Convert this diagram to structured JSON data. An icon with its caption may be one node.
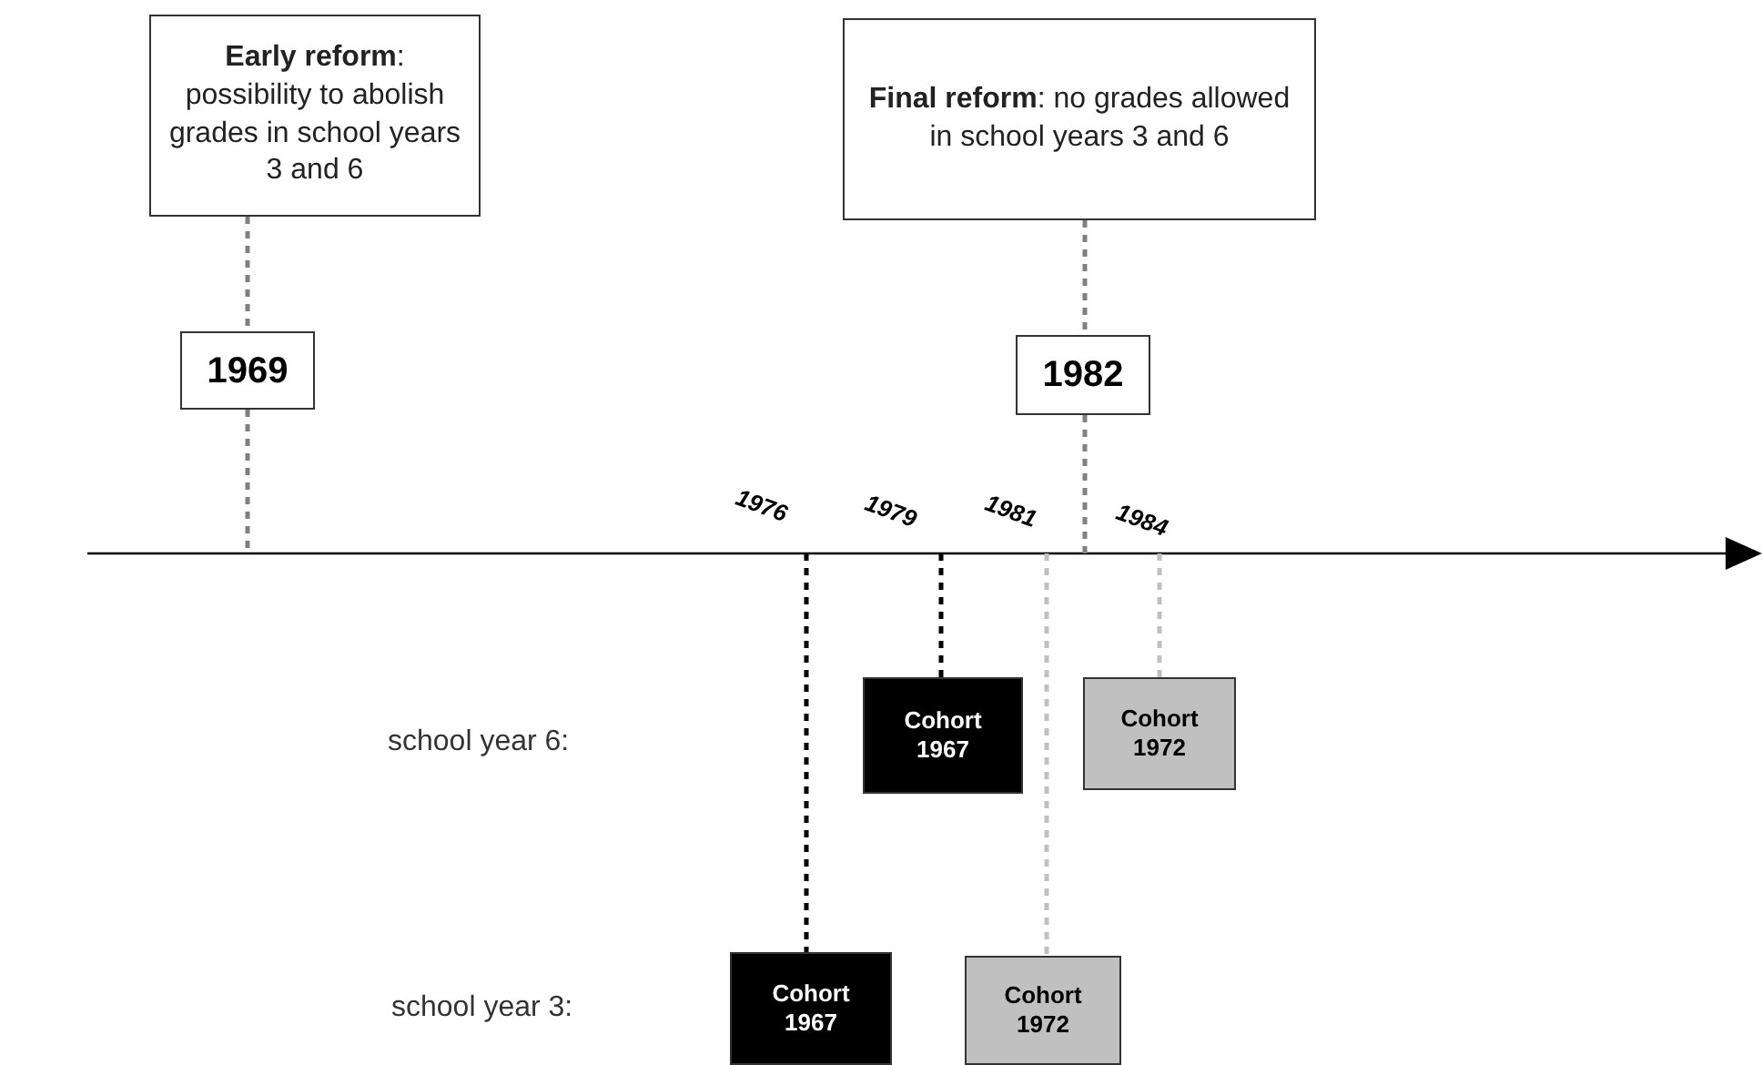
{
  "diagram": {
    "nodes": [
      {
        "text": [
          "**Early reform**: possibility to abolish grades in school years 3 and 6"
        ]
      },
      {
        "text": [
          "1969"
        ]
      },
      {
        "text": [
          "**Final reform**: no grades allowed in school  years 3 and 6"
        ]
      },
      {
        "text": [
          "1982"
        ]
      },
      {
        "text": [
          "Cohort 1967"
        ]
      },
      {
        "text": [
          "Cohort 1972"
        ]
      },
      {
        "text": [
          "Cohort 1967"
        ]
      },
      {
        "text": [
          "Cohort 1972"
        ]
      }
    ],
    "edges": [
      {
        "from": 0,
        "to": 1,
        "arrow": "none",
        "style": "dashed"
      },
      {
        "from": 1,
        "to": null,
        "arrow": "none",
        "style": "dashed"
      },
      {
        "from": 2,
        "to": 3,
        "arrow": "none",
        "style": "dashed"
      },
      {
        "from": 3,
        "to": null,
        "arrow": "none",
        "style": "dashed"
      },
      {
        "from": null,
        "to": 6,
        "arrow": "none",
        "style": "dashed",
        "color": "#000000"
      },
      {
        "from": null,
        "to": 4,
        "arrow": "none",
        "style": "dashed",
        "color": "#000000"
      },
      {
        "from": null,
        "to": 7,
        "arrow": "none",
        "style": "dashed",
        "color": "#c0c0c0"
      },
      {
        "from": null,
        "to": 5,
        "arrow": "none",
        "style": "dashed",
        "color": "#c0c0c0"
      }
    ],
    "labels": [
      "1976",
      "1979",
      "1981",
      "1984",
      "school year 6:",
      "school year 3:"
    ]
  }
}
